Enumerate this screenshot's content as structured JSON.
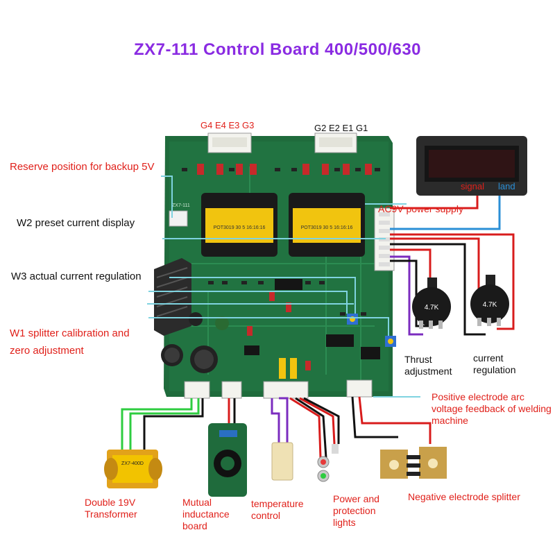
{
  "title": "ZX7-111 Control Board 400/500/630",
  "colors": {
    "title": "#8a2be2",
    "label_red": "#e0201a",
    "label_black": "#111111",
    "pcb_green": "#1f6b3c",
    "wire_red": "#d81c1c",
    "wire_black": "#111111",
    "wire_green": "#2ecc40",
    "wire_blue": "#2a8fd6",
    "wire_purple": "#7b2cbf",
    "leader_cyan": "#7fd3e0",
    "transformer_label": "#f2c300"
  },
  "connectors_top": {
    "left": "G4 E4 E3 G3",
    "right": "G2  E2  E1  G1"
  },
  "board_chips": {
    "transformer_left": "POT3019 30 5 16:16:16",
    "transformer_right": "POT3019 30 5 16:16:16",
    "marking": "ZX7-111"
  },
  "display": {
    "signal": "signal",
    "land": "land"
  },
  "pots": {
    "left": "4.7K",
    "right": "4.7K"
  },
  "transformer_part": "ZX7-400D",
  "labels": {
    "reserve": "Reserve position for backup 5V",
    "w2": "W2 preset current display",
    "w3": "W3 actual current regulation",
    "w1_line1": "W1 splitter calibration and",
    "w1_line2": "zero adjustment",
    "ac9v": "AC9V power supply",
    "thrust": "Thrust adjustment",
    "current_reg": "current regulation",
    "positive": "Positive electrode arc voltage feedback of welding machine",
    "double19v": "Double 19V Transformer",
    "mutual": "Mutual inductance board",
    "temperature": "temperature control",
    "power_lights": "Power and protection lights",
    "negative": "Negative electrode splitter"
  }
}
